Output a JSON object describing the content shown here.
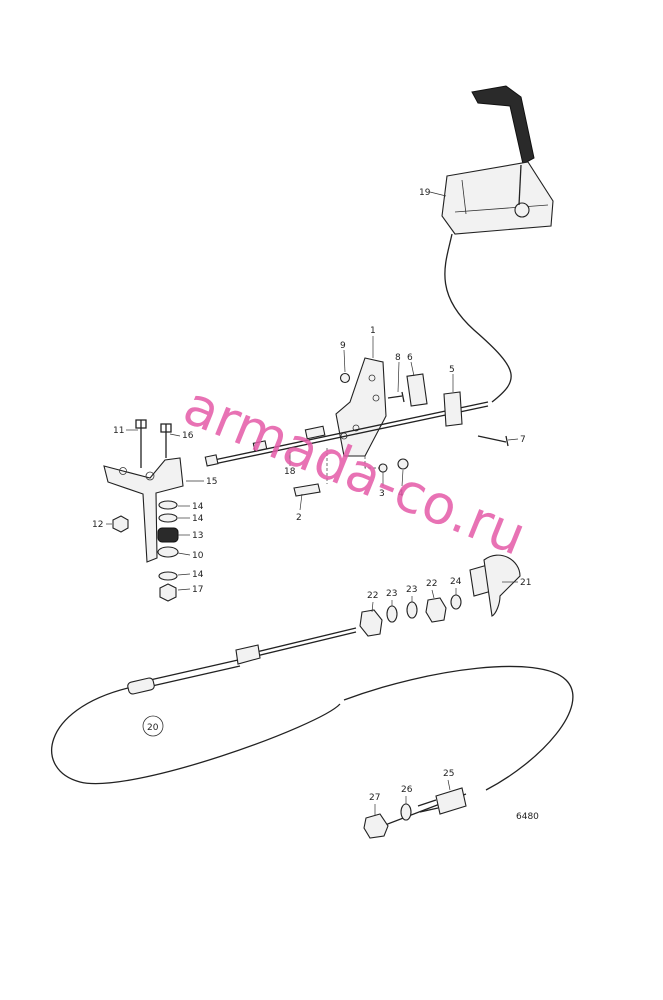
{
  "labels": {
    "l1": "1",
    "l2": "2",
    "l3": "3",
    "l4": "4",
    "l5": "5",
    "l6": "6",
    "l7": "7",
    "l8": "8",
    "l9": "9",
    "l10": "10",
    "l11": "11",
    "l12": "12",
    "l13": "13",
    "l14a": "14",
    "l14b": "14",
    "l14c": "14",
    "l15": "15",
    "l16": "16",
    "l17": "17",
    "l18": "18",
    "l19": "19",
    "l20": "20",
    "l21": "21",
    "l22a": "22",
    "l22b": "22",
    "l23a": "23",
    "l23b": "23",
    "l24": "24",
    "l25": "25",
    "l26": "26",
    "l27": "27"
  },
  "figure_number": "6480",
  "watermark": "armada-co.ru",
  "colors": {
    "line": "#222222",
    "watermark": "#e45aa8",
    "background": "#ffffff"
  }
}
